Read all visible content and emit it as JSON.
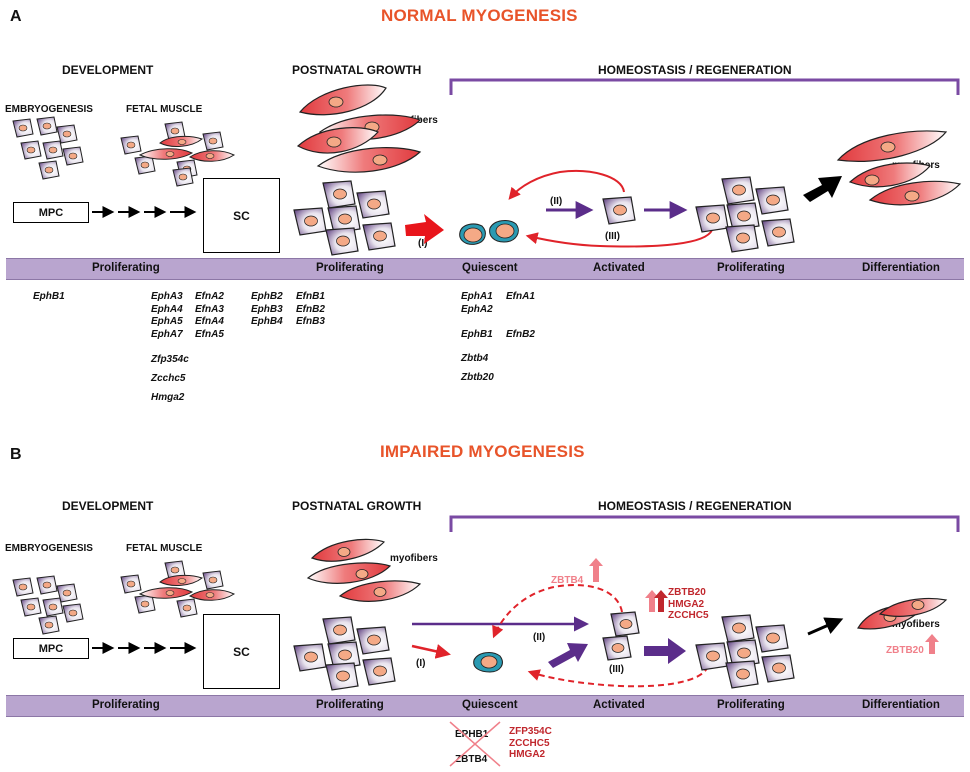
{
  "panel_a": {
    "letter": "A",
    "title": "NORMAL MYOGENESIS",
    "sections": {
      "development": "DEVELOPMENT",
      "postnatal": "POSTNATAL GROWTH",
      "homeostasis": "HOMEOSTASIS / REGENERATION"
    },
    "sub": {
      "embryogenesis": "EMBRYOGENESIS",
      "fetal": "FETAL MUSCLE"
    },
    "boxes": {
      "mpc": "MPC",
      "sc": "SC"
    },
    "labels": {
      "myofibers_top": "myofibers",
      "myofibers_right": "myofibers"
    },
    "roman": {
      "i": "(I)",
      "ii": "(II)",
      "iii": "(III)"
    },
    "stages": [
      "Proliferating",
      "Proliferating",
      "Quiescent",
      "Activated",
      "Proliferating",
      "Differentiation"
    ],
    "genes": {
      "col1": [
        "EphB1"
      ],
      "col2a": [
        "EphA3",
        "EphA4",
        "EphA5",
        "EphA7"
      ],
      "col2b": [
        "EfnA2",
        "EfnA3",
        "EfnA4",
        "EfnA5"
      ],
      "col2c": [
        "Zfp354c",
        "Zcchc5",
        "Hmga2"
      ],
      "col3a": [
        "EphB2",
        "EphB3",
        "EphB4"
      ],
      "col3b": [
        "EfnB1",
        "EfnB2",
        "EfnB3"
      ],
      "col4a": [
        "EphA1",
        "EphA2"
      ],
      "col4b": [
        "EfnA1"
      ],
      "col4c": [
        "EphB1"
      ],
      "col4d": [
        "EfnB2"
      ],
      "col4e": [
        "Zbtb4",
        "Zbtb20"
      ]
    }
  },
  "panel_b": {
    "letter": "B",
    "title": "IMPAIRED MYOGENESIS",
    "sections": {
      "development": "DEVELOPMENT",
      "postnatal": "POSTNATAL GROWTH",
      "homeostasis": "HOMEOSTASIS / REGENERATION"
    },
    "sub": {
      "embryogenesis": "EMBRYOGENESIS",
      "fetal": "FETAL MUSCLE"
    },
    "boxes": {
      "mpc": "MPC",
      "sc": "SC"
    },
    "labels": {
      "myofibers_top": "myofibers",
      "myofibers_right": "myofibers"
    },
    "roman": {
      "i": "(I)",
      "ii": "(II)",
      "iii": "(III)"
    },
    "stages": [
      "Proliferating",
      "Proliferating",
      "Quiescent",
      "Activated",
      "Proliferating",
      "Differentiation"
    ],
    "annotations": {
      "zbtb4_up": "ZBTB4",
      "activated_up": [
        "ZBTB20",
        "HMGA2",
        "ZCCHC5"
      ],
      "zbtb20_diff": "ZBTB20",
      "crossed": [
        "EPHB1",
        "ZBTB4"
      ],
      "quiescent_red": [
        "ZFP354C",
        "ZCCHC5",
        "HMGA2"
      ]
    },
    "colors": {
      "dark_red": "#c0272d",
      "pink": "#f0808a",
      "purple": "#5b2d8a",
      "orange_title": "#e8542a"
    }
  }
}
